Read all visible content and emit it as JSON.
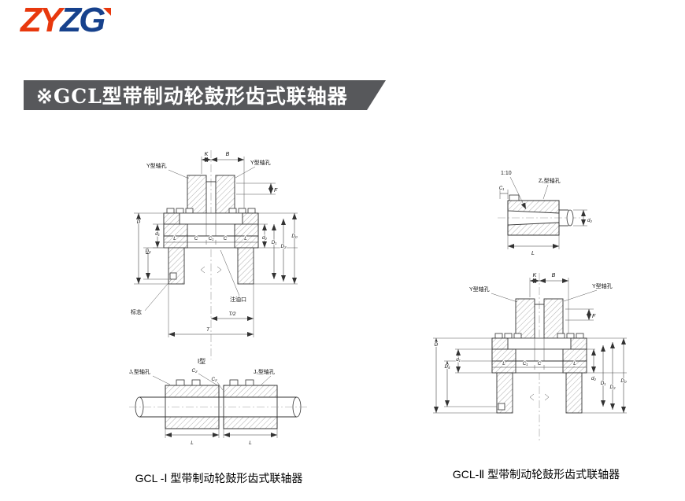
{
  "logo": {
    "zy": "ZY",
    "zg": "ZG",
    "red": "#e8380d",
    "blue": "#16418c"
  },
  "banner": {
    "title": "※GCL型带制动轮鼓形齿式联轴器",
    "bg": "#57585b"
  },
  "figure1": {
    "caption": "GCL -Ⅰ 型带制动轮鼓形齿式联轴器",
    "labels": {
      "k": "K",
      "b": "B",
      "y": "Y型轴孔",
      "f": "F",
      "l": "L",
      "c": "C",
      "c1": "C₁",
      "c2": "C₂",
      "d": "D",
      "d4": "D₄",
      "d1": "d₁",
      "d2s": "d₂",
      "dd1": "D₁",
      "dd2": "D₂",
      "dd0": "D₀",
      "mark": "标志",
      "oil": "注油口",
      "t_half": "T/2",
      "t": "T",
      "type": "Ⅰ型",
      "j1": "J₁型轴孔"
    }
  },
  "figure2": {
    "caption": "GCL-Ⅱ 型带制动轮鼓形齿式联轴器",
    "labels": {
      "taper": "1:10",
      "c1": "C₁",
      "z1": "Z₁型轴孔",
      "d2": "d₂",
      "l": "L",
      "k": "K",
      "b": "B",
      "y": "Y型轴孔",
      "f": "F",
      "c": "C",
      "d": "D",
      "d4": "D₄",
      "d1": "d₁",
      "dd1": "D₁",
      "dd2": "D₂",
      "dd0": "D₀"
    }
  }
}
